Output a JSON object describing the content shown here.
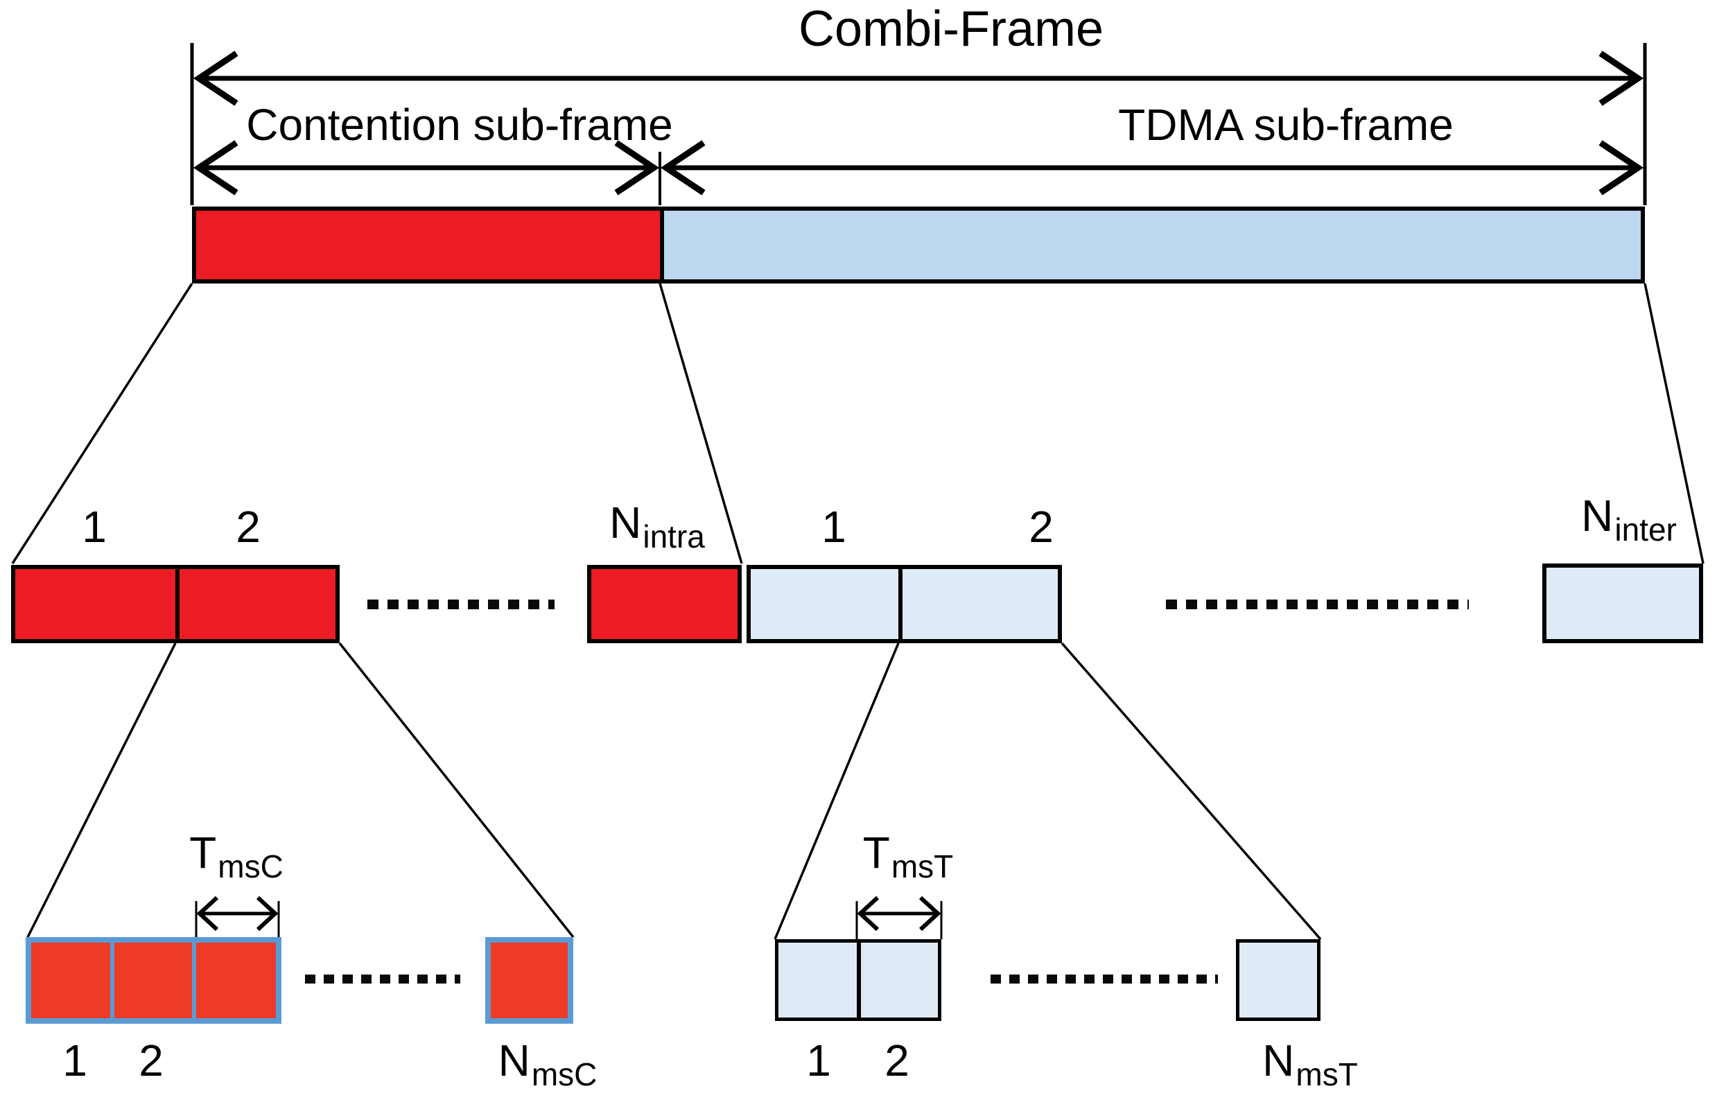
{
  "title": "Combi-Frame",
  "top": {
    "contention_label": "Contention sub-frame",
    "tdma_label": "TDMA sub-frame"
  },
  "middle": {
    "contention": {
      "slot1_label": "1",
      "slot2_label": "2",
      "last_base": "N",
      "last_sub": "intra"
    },
    "tdma": {
      "slot1_label": "1",
      "slot2_label": "2",
      "last_base": "N",
      "last_sub": "inter"
    }
  },
  "bottom_left": {
    "duration_base": "T",
    "duration_sub": "msC",
    "slot1_label": "1",
    "slot2_label": "2",
    "last_base": "N",
    "last_sub": "msC"
  },
  "bottom_right": {
    "duration_base": "T",
    "duration_sub": "msT",
    "slot1_label": "1",
    "slot2_label": "2",
    "last_base": "N",
    "last_sub": "msT"
  },
  "colors": {
    "contention_red": "#ec1c24",
    "contention_minislot_red": "#ee3b25",
    "tdma_blue": "#bdd7ee",
    "slot_light_blue": "#deebf7",
    "minislot_border_blue": "#5b9bd5",
    "line_black": "#000000"
  }
}
